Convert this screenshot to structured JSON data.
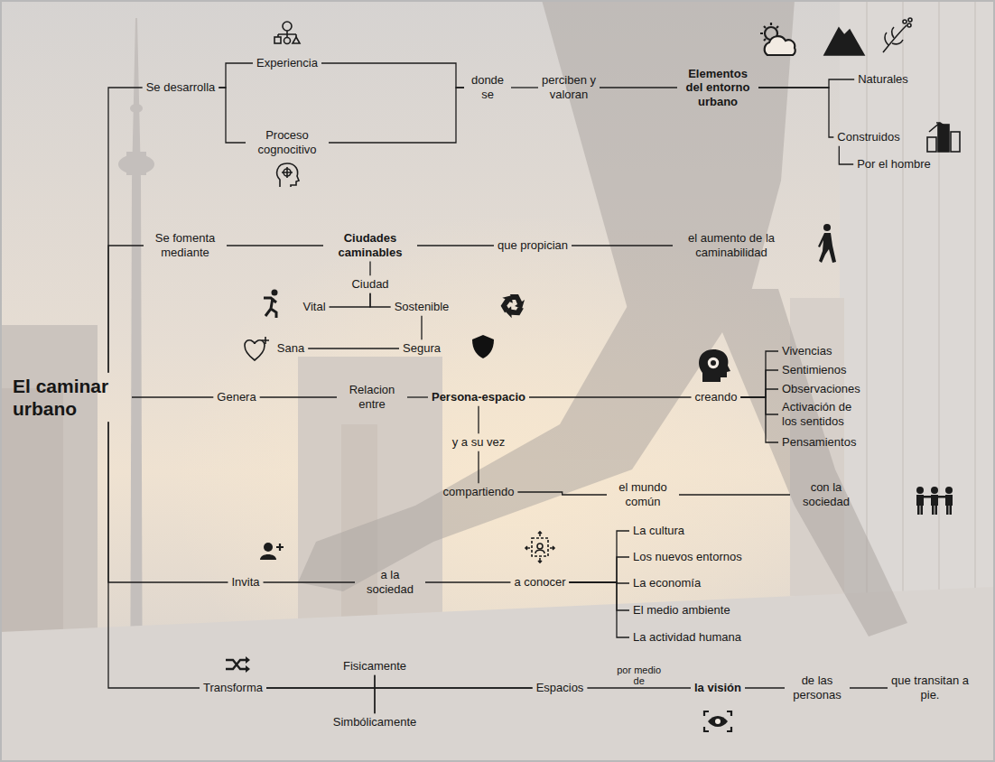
{
  "diagram": {
    "nodes": [
      {
        "text": [
          "El caminar urbano"
        ]
      },
      {
        "text": [
          "Se desarrolla"
        ]
      },
      {
        "text": [
          "Experiencia"
        ]
      },
      {
        "text": [
          "Proceso cognocitivo"
        ]
      },
      {
        "text": [
          "donde se"
        ]
      },
      {
        "text": [
          "perciben y valoran"
        ]
      },
      {
        "text": [
          "Elementos del entorno urbano"
        ]
      },
      {
        "text": [
          "Naturales"
        ]
      },
      {
        "text": [
          "Construidos"
        ]
      },
      {
        "text": [
          "Por el hombre"
        ]
      },
      {
        "text": [
          "Se fomenta mediante"
        ]
      },
      {
        "text": [
          "Ciudades caminables"
        ]
      },
      {
        "text": [
          "que propician"
        ]
      },
      {
        "text": [
          "el aumento de la caminabilidad"
        ]
      },
      {
        "text": [
          "Ciudad"
        ]
      },
      {
        "text": [
          "Vital"
        ]
      },
      {
        "text": [
          "Sostenible"
        ]
      },
      {
        "text": [
          "Sana"
        ]
      },
      {
        "text": [
          "Segura"
        ]
      },
      {
        "text": [
          "Genera"
        ]
      },
      {
        "text": [
          "Relacion entre"
        ]
      },
      {
        "text": [
          "Persona-espacio"
        ]
      },
      {
        "text": [
          "creando"
        ]
      },
      {
        "text": [
          "Vivencias"
        ]
      },
      {
        "text": [
          "Sentimienos"
        ]
      },
      {
        "text": [
          "Observaciones"
        ]
      },
      {
        "text": [
          "Activación de los sentidos"
        ]
      },
      {
        "text": [
          "Pensamientos"
        ]
      },
      {
        "text": [
          "y a su vez"
        ]
      },
      {
        "text": [
          "compartiendo"
        ]
      },
      {
        "text": [
          "el mundo común"
        ]
      },
      {
        "text": [
          "con la sociedad"
        ]
      },
      {
        "text": [
          "Invita"
        ]
      },
      {
        "text": [
          "a la sociedad"
        ]
      },
      {
        "text": [
          "a conocer"
        ]
      },
      {
        "text": [
          "La cultura"
        ]
      },
      {
        "text": [
          "Los nuevos entornos"
        ]
      },
      {
        "text": [
          "La economía"
        ]
      },
      {
        "text": [
          "El medio ambiente"
        ]
      },
      {
        "text": [
          "La actividad humana"
        ]
      },
      {
        "text": [
          "Transforma"
        ]
      },
      {
        "text": [
          "Fisicamente"
        ]
      },
      {
        "text": [
          "Simbólicamente"
        ]
      },
      {
        "text": [
          "Espacios"
        ]
      },
      {
        "text": [
          "la visión"
        ]
      },
      {
        "text": [
          "de las personas"
        ]
      },
      {
        "text": [
          "que transitan a pie."
        ]
      }
    ],
    "edges": [
      {
        "from": 0,
        "to": 1,
        "arrow": "none"
      },
      {
        "from": 0,
        "to": 10,
        "arrow": "none"
      },
      {
        "from": 0,
        "to": 19,
        "arrow": "none"
      },
      {
        "from": 0,
        "to": 32,
        "arrow": "none"
      },
      {
        "from": 0,
        "to": 40,
        "arrow": "none"
      },
      {
        "from": 1,
        "to": 2,
        "arrow": "none"
      },
      {
        "from": 1,
        "to": 3,
        "arrow": "none"
      },
      {
        "from": 2,
        "to": 4,
        "arrow": "none"
      },
      {
        "from": 3,
        "to": 4,
        "arrow": "none"
      },
      {
        "from": 4,
        "to": 5,
        "arrow": "none"
      },
      {
        "from": 5,
        "to": 6,
        "arrow": "none"
      },
      {
        "from": 6,
        "to": 7,
        "arrow": "none"
      },
      {
        "from": 6,
        "to": 8,
        "arrow": "none"
      },
      {
        "from": 8,
        "to": 9,
        "arrow": "none"
      },
      {
        "from": 10,
        "to": 11,
        "arrow": "none"
      },
      {
        "from": 11,
        "to": 12,
        "arrow": "none"
      },
      {
        "from": 12,
        "to": 13,
        "arrow": "none"
      },
      {
        "from": 11,
        "to": 14,
        "arrow": "none"
      },
      {
        "from": 14,
        "to": 15,
        "arrow": "none"
      },
      {
        "from": 14,
        "to": 16,
        "arrow": "none"
      },
      {
        "from": 16,
        "to": 18,
        "arrow": "none"
      },
      {
        "from": 18,
        "to": 17,
        "arrow": "none"
      },
      {
        "from": 19,
        "to": 20,
        "arrow": "none"
      },
      {
        "from": 20,
        "to": 21,
        "arrow": "none"
      },
      {
        "from": 21,
        "to": 22,
        "arrow": "none"
      },
      {
        "from": 22,
        "to": 23,
        "arrow": "none"
      },
      {
        "from": 22,
        "to": 24,
        "arrow": "none"
      },
      {
        "from": 22,
        "to": 25,
        "arrow": "none"
      },
      {
        "from": 22,
        "to": 26,
        "arrow": "none"
      },
      {
        "from": 22,
        "to": 27,
        "arrow": "none"
      },
      {
        "from": 21,
        "to": 28,
        "arrow": "none"
      },
      {
        "from": 28,
        "to": 29,
        "arrow": "none"
      },
      {
        "from": 29,
        "to": 30,
        "arrow": "none"
      },
      {
        "from": 30,
        "to": 31,
        "arrow": "none"
      },
      {
        "from": 32,
        "to": 33,
        "arrow": "none"
      },
      {
        "from": 33,
        "to": 34,
        "arrow": "none"
      },
      {
        "from": 34,
        "to": 35,
        "arrow": "none"
      },
      {
        "from": 34,
        "to": 36,
        "arrow": "none"
      },
      {
        "from": 34,
        "to": 37,
        "arrow": "none"
      },
      {
        "from": 34,
        "to": 38,
        "arrow": "none"
      },
      {
        "from": 34,
        "to": 39,
        "arrow": "none"
      },
      {
        "from": 40,
        "to": 41,
        "arrow": "none"
      },
      {
        "from": 40,
        "to": 42,
        "arrow": "none"
      },
      {
        "from": 41,
        "to": 43,
        "arrow": "none"
      },
      {
        "from": 42,
        "to": 43,
        "arrow": "none"
      },
      {
        "from": 43,
        "to": 44,
        "label": "por medio de",
        "arrow": "none"
      },
      {
        "from": 44,
        "to": 45,
        "arrow": "none"
      },
      {
        "from": 45,
        "to": 46,
        "arrow": "none"
      }
    ]
  }
}
